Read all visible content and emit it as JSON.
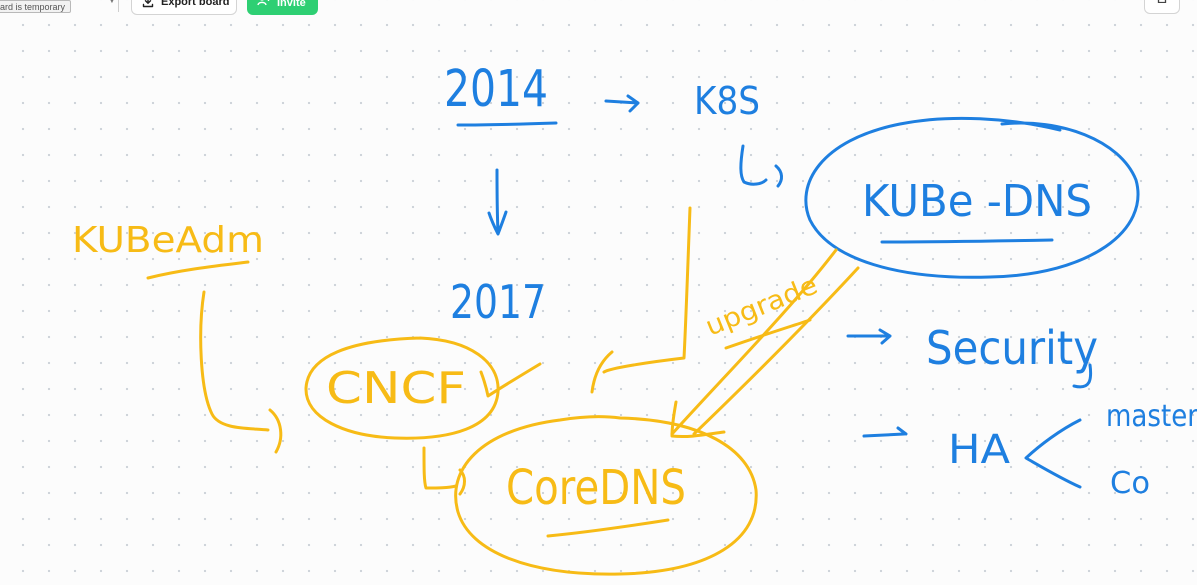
{
  "toolbar": {
    "temporary_badge": "ard is temporary",
    "export_label": "Export board",
    "invite_label": "Invite"
  },
  "icons": {
    "export": "download-icon",
    "invite": "add-person-icon",
    "right_button": "home-icon"
  },
  "colors": {
    "blue_ink": "#1e7fe0",
    "gold_ink": "#f7bb16",
    "invite_green": "#2ecf73",
    "canvas_bg": "#fcfcfc"
  },
  "sketch": {
    "year_2014": "2014",
    "k8s": "K8S",
    "kube_dns": "KUBe -DNS",
    "year_2017": "2017",
    "kubeadm": "KUBeAdm",
    "cncf": "CNCF",
    "coredns": "CoreDNS",
    "upgrade": "upgrade",
    "security": "Security",
    "ha": "HA",
    "branch_top": "master",
    "branch_bottom": "Co"
  }
}
